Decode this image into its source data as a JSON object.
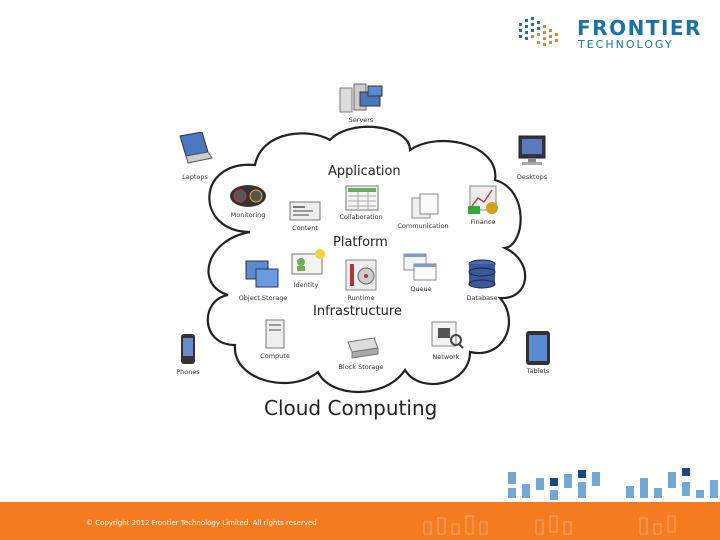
{
  "logo": {
    "line1": "FRONTIER",
    "line2": "TECHNOLOGY"
  },
  "diagram": {
    "title": "Cloud Computing",
    "layers": {
      "application": "Application",
      "platform": "Platform",
      "infrastructure": "Infrastructure"
    },
    "clients": {
      "servers": "Servers",
      "laptops": "Laptops",
      "desktops": "Desktops",
      "phones": "Phones",
      "tablets": "Tablets"
    },
    "application_items": {
      "monitoring": "Monitoring",
      "content": "Content",
      "collaboration": "Collaboration",
      "communication": "Communication",
      "finance": "Finance"
    },
    "platform_items": {
      "object_storage": "Object Storage",
      "identity": "Identity",
      "runtime": "Runtime",
      "queue": "Queue",
      "database": "Database"
    },
    "infrastructure_items": {
      "compute": "Compute",
      "block_storage": "Block Storage",
      "network": "Network"
    }
  },
  "footer": {
    "copyright": "© Copyright 2012 Frontier Technology Limited. All rights reserved"
  },
  "colors": {
    "brand_blue": "#1a73a8",
    "brand_orange": "#f47b20",
    "footer": "#f47b20"
  }
}
